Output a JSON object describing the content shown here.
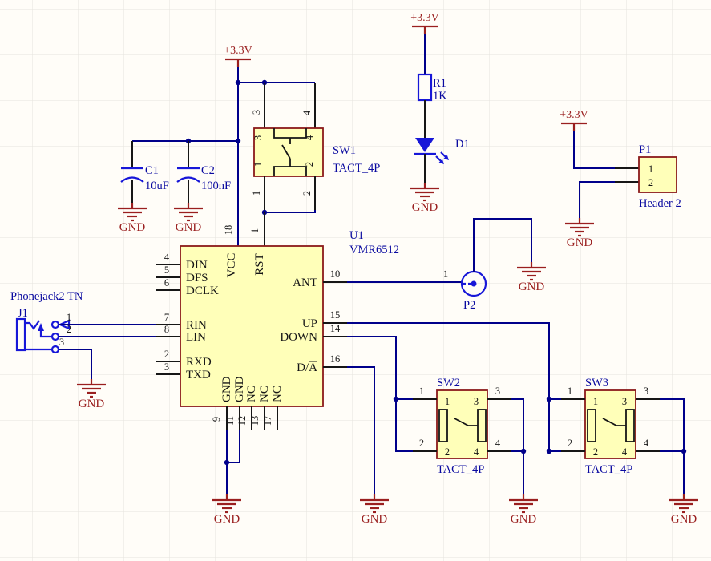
{
  "labels": {
    "power": "+3.3V",
    "ground": "GND"
  },
  "colors": {
    "background": "#fffdf8",
    "grid": "#e6e3de",
    "wire": "#00008b",
    "component_fill": "#ffffb9",
    "component_border": "#8b1a1a",
    "device_blue": "#1717d8",
    "power_red": "#9a1f1f",
    "designator_blue": "#0a0aa0"
  },
  "components": {
    "c1": {
      "designator": "C1",
      "value": "10uF"
    },
    "c2": {
      "designator": "C2",
      "value": "100nF"
    },
    "r1": {
      "designator": "R1",
      "value": "1K"
    },
    "d1": {
      "designator": "D1"
    },
    "sw1": {
      "designator": "SW1",
      "value": "TACT_4P",
      "pin1": "1",
      "pin2": "2",
      "pin3": "3",
      "pin4": "4"
    },
    "sw2": {
      "designator": "SW2",
      "value": "TACT_4P",
      "pin1": "1",
      "pin2": "2",
      "pin3": "3",
      "pin4": "4"
    },
    "sw3": {
      "designator": "SW3",
      "value": "TACT_4P",
      "pin1": "1",
      "pin2": "2",
      "pin3": "3",
      "pin4": "4"
    },
    "p1": {
      "designator": "P1",
      "value": "Header 2",
      "pin1": "1",
      "pin2": "2"
    },
    "p2": {
      "designator": "P2",
      "pin1": "1"
    },
    "j1": {
      "designator": "J1",
      "value": "Phonejack2 TN",
      "pin1": "1",
      "pin2": "2",
      "pin3": "3"
    },
    "u1": {
      "designator": "U1",
      "value": "VMR6512",
      "pins": {
        "din": {
          "num": "4",
          "name": "DIN"
        },
        "dfs": {
          "num": "5",
          "name": "DFS"
        },
        "dclk": {
          "num": "6",
          "name": "DCLK"
        },
        "rin": {
          "num": "7",
          "name": "RIN"
        },
        "lin": {
          "num": "8",
          "name": "LIN"
        },
        "rxd": {
          "num": "2",
          "name": "RXD"
        },
        "txd": {
          "num": "3",
          "name": "TXD"
        },
        "vcc": {
          "num": "18",
          "name": "VCC"
        },
        "rst": {
          "num": "1",
          "name": "RST"
        },
        "ant": {
          "num": "10",
          "name": "ANT"
        },
        "up": {
          "num": "15",
          "name": "UP"
        },
        "down": {
          "num": "14",
          "name": "DOWN"
        },
        "da": {
          "num": "16",
          "name_prefix": "D/",
          "name_overlined": "A"
        },
        "gnd1": {
          "num": "9",
          "name": "GND"
        },
        "gnd2": {
          "num": "11",
          "name": "GND"
        },
        "nc1": {
          "num": "12",
          "name": "NC"
        },
        "nc2": {
          "num": "13",
          "name": "NC"
        },
        "nc3": {
          "num": "17",
          "name": "NC"
        }
      }
    }
  }
}
